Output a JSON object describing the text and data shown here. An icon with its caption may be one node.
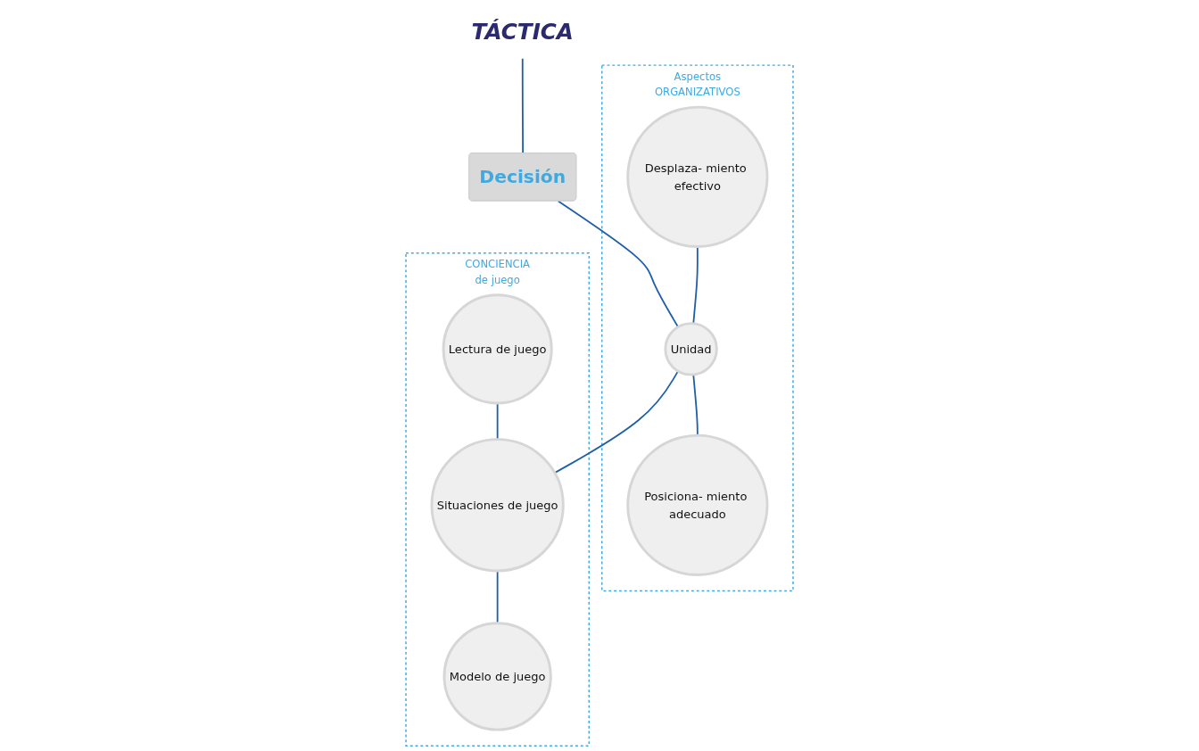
{
  "diagram": {
    "nodes": [
      {
        "text": [
          "TÁCTICA"
        ]
      },
      {
        "text": [
          "Decisión"
        ]
      },
      {
        "text": [
          "Aspectos",
          "ORGANIZATIVOS"
        ]
      },
      {
        "text": [
          "Desplaza- miento efectivo"
        ],
        "in": 2
      },
      {
        "text": [
          "Unidad"
        ],
        "in": 2
      },
      {
        "text": [
          "Posiciona- miento adecuado"
        ],
        "in": 2
      },
      {
        "text": [
          "CONCIENCIA",
          "de juego"
        ]
      },
      {
        "text": [
          "Lectura de juego"
        ],
        "in": 6
      },
      {
        "text": [
          "Situaciones de juego"
        ],
        "in": 6
      },
      {
        "text": [
          "Modelo de juego"
        ],
        "in": 6
      }
    ],
    "edges": [
      {
        "from": 0,
        "to": 1,
        "arrow": "none"
      },
      {
        "from": 1,
        "to": 4,
        "arrow": "none"
      },
      {
        "from": 3,
        "to": 4,
        "arrow": "none"
      },
      {
        "from": 4,
        "to": 5,
        "arrow": "none"
      },
      {
        "from": 4,
        "to": 8,
        "arrow": "none"
      },
      {
        "from": 7,
        "to": 8,
        "arrow": "none"
      },
      {
        "from": 8,
        "to": 9,
        "arrow": "none"
      }
    ]
  }
}
